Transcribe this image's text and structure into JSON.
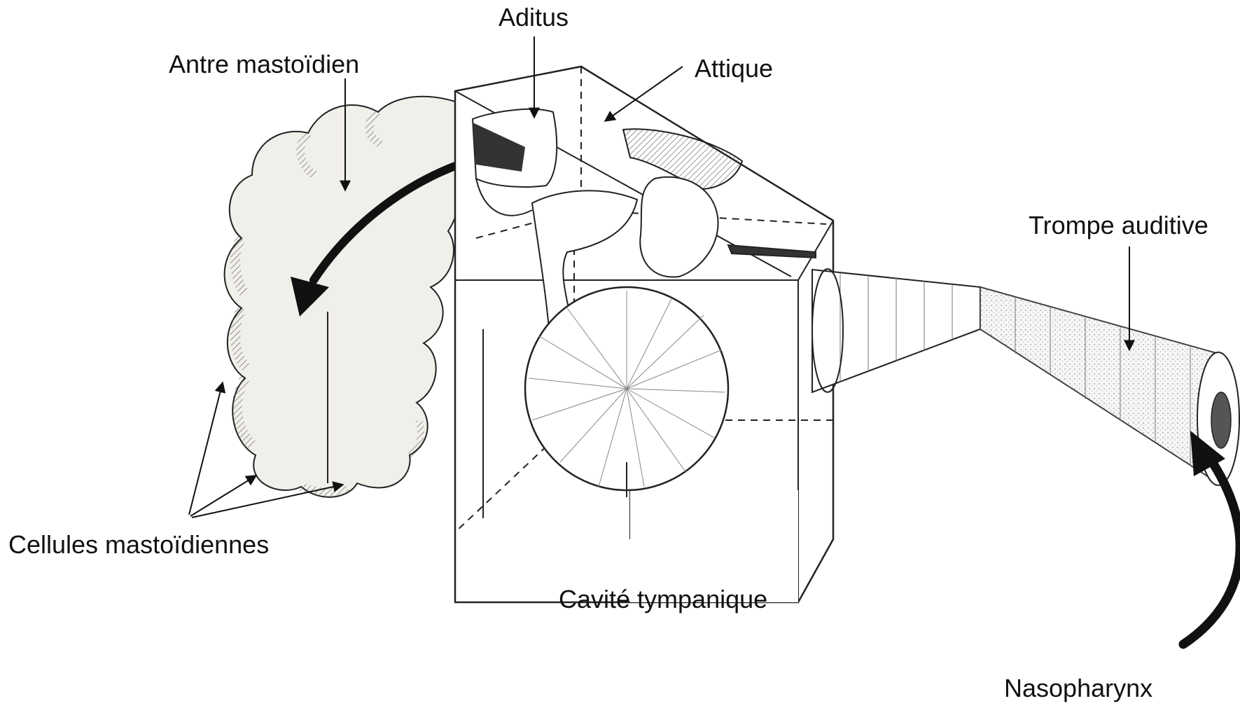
{
  "labels": {
    "aditus": "Aditus",
    "antre": "Antre mastoïdien",
    "attique": "Attique",
    "trompe": "Trompe auditive",
    "cellules": "Cellules mastoïdiennes",
    "cavite": "Cavité tympanique",
    "nasopharynx": "Nasopharynx"
  },
  "colors": {
    "ink": "#111111",
    "cloud_fill": "#f1efe9",
    "shade": "#9a9a9a",
    "tube_fill": "#e9e6df"
  }
}
